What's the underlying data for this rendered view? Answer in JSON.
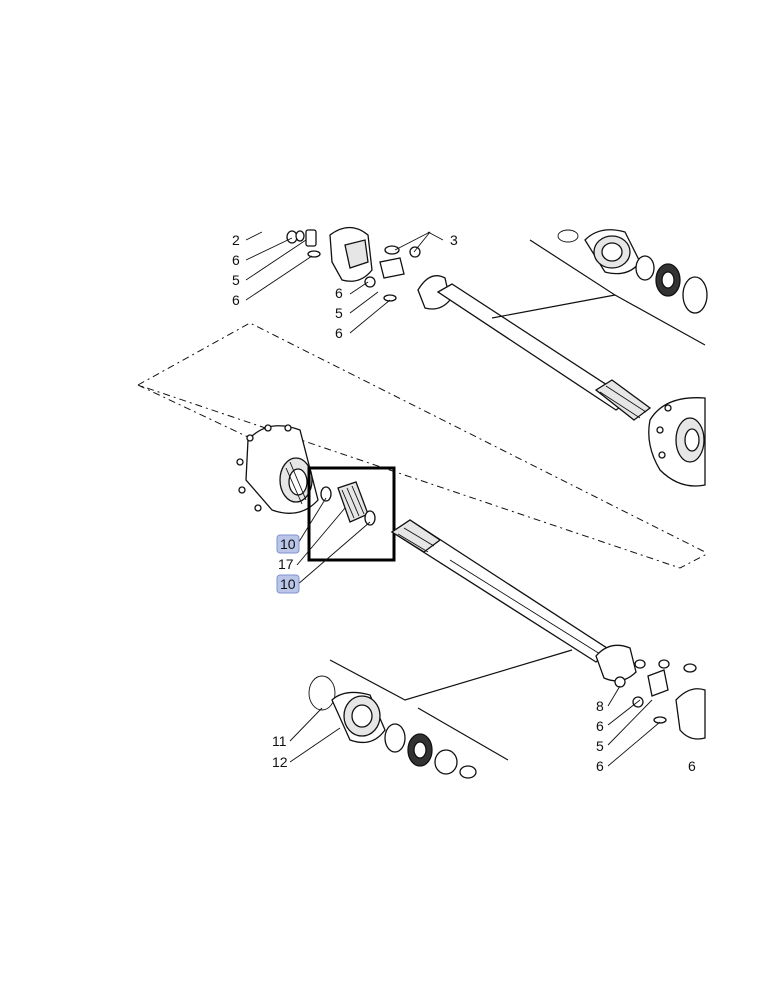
{
  "callouts": {
    "c2": "2",
    "c6a": "6",
    "c5a": "5",
    "c6b": "6",
    "c3": "3",
    "c6c": "6",
    "c5b": "5",
    "c6d": "6",
    "c10a": "10",
    "c17": "17",
    "c10b": "10",
    "c11": "11",
    "c12": "12",
    "c8": "8",
    "c6e": "6",
    "c5c": "5",
    "c6f": "6",
    "c6g": "6"
  },
  "colors": {
    "line": "#111111",
    "highlight_fill": "#b9c6ea",
    "highlight_border": "#7f93cf",
    "selection_box": "#000000"
  }
}
